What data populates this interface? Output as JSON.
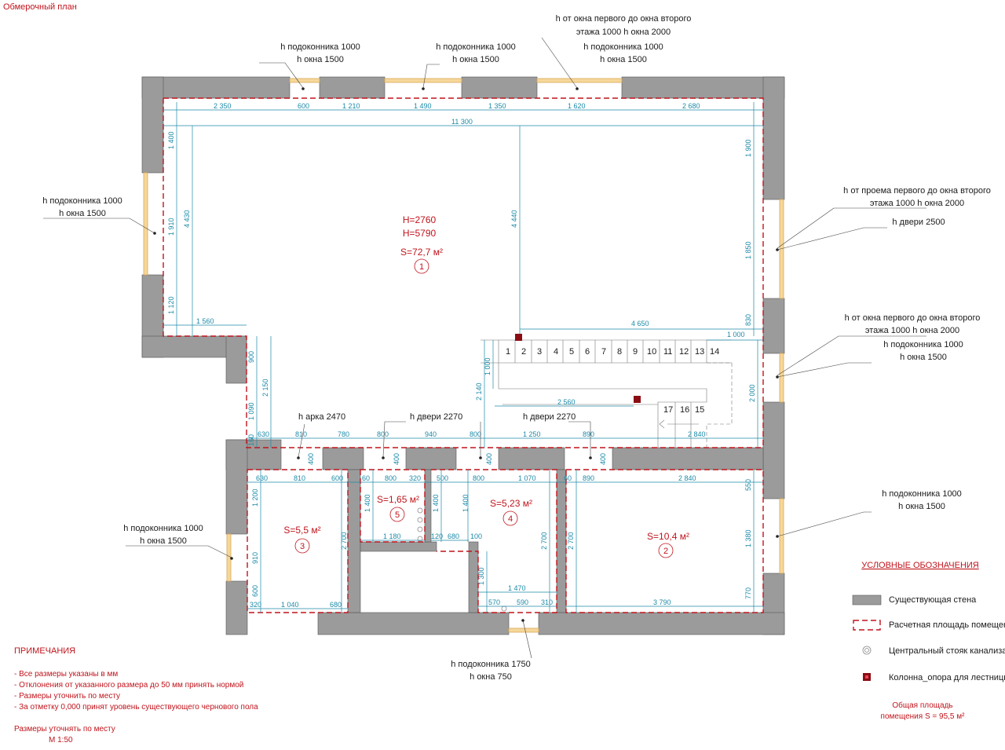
{
  "title": "Обмерочный план",
  "colors": {
    "accent": "#c0141c",
    "dimension": "#1c8aa8",
    "wall": "#9b9b9b",
    "window": "#f6d79a"
  },
  "callouts": {
    "top1": [
      "h подоконника 1000",
      "h окна 1500"
    ],
    "top2": [
      "h подоконника 1000",
      "h окна 1500"
    ],
    "top3a": [
      "h от окна первого до окна второго",
      "этажа 1000 h окна 2000"
    ],
    "top3b": [
      "h подоконника 1000",
      "h окна 1500"
    ],
    "left1": [
      "h подоконника 1000",
      "h окна 1500"
    ],
    "right1": [
      "h от проема первого до окна второго",
      "этажа 1000 h окна 2000"
    ],
    "right2": [
      "h двери 2500"
    ],
    "right3": [
      "h от окна первого до окна второго",
      "этажа 1000 h окна 2000"
    ],
    "right4": [
      "h подоконника 1000",
      "h окна 1500"
    ],
    "right5": [
      "h подоконника 1000",
      "h окна 1500"
    ],
    "left2": [
      "h подоконника 1000",
      "h окна 1500"
    ],
    "bottom": [
      "h подоконника 1750",
      "h окна 750"
    ],
    "arch": "h арка 2470",
    "door1": "h двери 2270",
    "door2": "h двери 2270"
  },
  "rooms": {
    "r1": {
      "h1": "H=2760",
      "h2": "H=5790",
      "area": "S=72,7 м²",
      "num": "1"
    },
    "r2": {
      "area": "S=10,4 м²",
      "num": "2"
    },
    "r3": {
      "area": "S=5,5 м²",
      "num": "3"
    },
    "r4": {
      "area": "S=5,23 м²",
      "num": "4"
    },
    "r5": {
      "area": "S=1,65 м²",
      "num": "5"
    }
  },
  "dims": {
    "top": [
      "2 350",
      "600",
      "1 210",
      "1 490",
      "1 350",
      "1 620",
      "2 680"
    ],
    "total": "11 300",
    "left": [
      "1 400",
      "1 910",
      "1 120"
    ],
    "left_total": "4 430",
    "right": [
      "1 900",
      "1 850",
      "830"
    ],
    "mid_v": "4 440",
    "d1560": "1 560",
    "d4650": "4 650",
    "d1000a": "1 000",
    "d1000b": "1 000",
    "d2140": "2 140",
    "d2560": "2 560",
    "d2000": "2 000",
    "d900": "900",
    "d1090": "1 090",
    "d2150": "2 150",
    "d160": "160",
    "row1": [
      "630",
      "810",
      "780",
      "800",
      "940",
      "800",
      "1 250",
      "890",
      "2 840"
    ],
    "row2": [
      "630",
      "810",
      "600",
      "60",
      "800",
      "320",
      "500",
      "800",
      "1 070",
      "60",
      "890",
      "2 840"
    ],
    "open400": [
      "400",
      "400",
      "400",
      "400"
    ],
    "r3v": [
      "1 200",
      "910",
      "600"
    ],
    "r3h": "2 700",
    "r3b": [
      "320",
      "1 040",
      "680"
    ],
    "r5": [
      "1 400",
      "1 180",
      "1 400",
      "120",
      "680",
      "100"
    ],
    "r4": [
      "1 300",
      "2 700",
      "1 470",
      "570",
      "590",
      "310"
    ],
    "r2": [
      "550",
      "1 380",
      "770",
      "2 700",
      "3 790"
    ],
    "steps": [
      "1",
      "2",
      "3",
      "4",
      "5",
      "6",
      "7",
      "8",
      "9",
      "10",
      "11",
      "12",
      "13",
      "14",
      "17",
      "16",
      "15"
    ]
  },
  "legend": {
    "title": "УСЛОВНЫЕ ОБОЗНАЧЕНИЯ",
    "items": [
      "Существующая стена",
      "Расчетная площадь помещений",
      "Центральный стояк канализации",
      "Колонна_опора для лестницы"
    ],
    "total1": "Общая площадь",
    "total2": "помещения S = 95,5 м²"
  },
  "notes": {
    "title": "ПРИМЕЧАНИЯ",
    "items": [
      "- Все размеры указаны в мм",
      "- Отклонения от указанного размера до 50 мм принять нормой",
      "- Размеры уточнить по месту",
      "- За отметку 0,000 принят уровень существующего чернового пола"
    ],
    "footer1": "Размеры уточнять по месту",
    "footer2": "М 1:50"
  }
}
